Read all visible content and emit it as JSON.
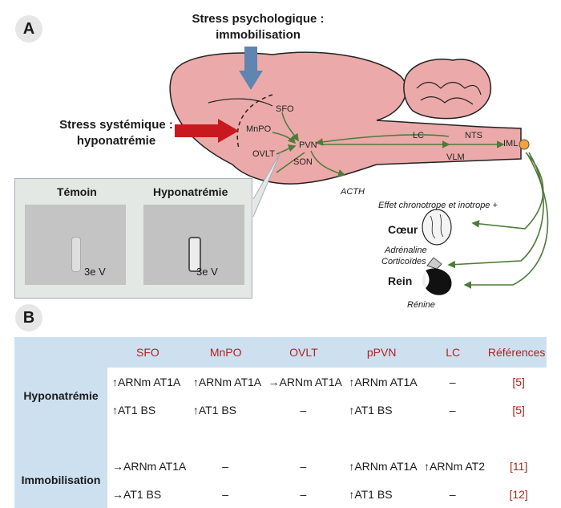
{
  "panel_a": {
    "letter": "A",
    "stress_psych": [
      "Stress psychologique :",
      "immobilisation"
    ],
    "stress_syst": [
      "Stress systémique :",
      "hyponatrémie"
    ],
    "brain_labels": {
      "sfo": "SFO",
      "mnpo": "MnPO",
      "ovlt": "OVLT",
      "pvn": "PVN",
      "son": "SON",
      "lc": "LC",
      "nts": "NTS",
      "vlm": "VLM",
      "iml": "IML",
      "acth": "ACTH"
    },
    "inset": {
      "temoin": "Témoin",
      "hypo": "Hyponatrémie",
      "ventricle_left": "3e V",
      "ventricle_right": "3e V"
    },
    "effects": {
      "chrono": "Effet chronotrope et inotrope +",
      "coeur": "Cœur",
      "adrenaline": "Adrénaline",
      "corticoides": "Corticoïdes",
      "rein": "Rein",
      "renine": "Rénine"
    }
  },
  "panel_b": {
    "letter": "B",
    "headers": [
      "SFO",
      "MnPO",
      "OVLT",
      "pPVN",
      "LC",
      "Références"
    ],
    "rows": [
      {
        "group": "Hyponatrémie",
        "lines": [
          {
            "cells": [
              "↑ARNm AT1A",
              "↑ARNm AT1A",
              "→ARNm AT1A",
              "↑ARNm AT1A",
              "–"
            ],
            "ref": "[5]"
          },
          {
            "cells": [
              "↑AT1 BS",
              "↑AT1 BS",
              "–",
              "↑AT1 BS",
              "–"
            ],
            "ref": "[5]"
          }
        ]
      },
      {
        "group": "Immobilisation",
        "lines": [
          {
            "cells": [
              "→ARNm AT1A",
              "–",
              "–",
              "↑ARNm AT1A",
              "↑ARNm AT2"
            ],
            "ref": "[11]"
          },
          {
            "cells": [
              "→AT1 BS",
              "–",
              "–",
              "↑AT1 BS",
              "–"
            ],
            "ref": "[12]"
          }
        ]
      }
    ]
  }
}
